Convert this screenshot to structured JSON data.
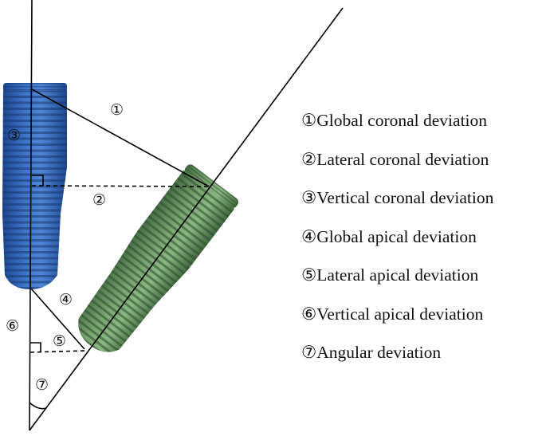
{
  "figure": {
    "marker_labels": [
      "①",
      "②",
      "③",
      "④",
      "⑤",
      "⑥",
      "⑦"
    ],
    "colors": {
      "planned_implant": "#2d62b8",
      "placed_implant": "#5f8f5a",
      "lines": "#000000"
    }
  },
  "legend": {
    "items": [
      {
        "label": "①Global coronal deviation"
      },
      {
        "label": "②Lateral coronal deviation"
      },
      {
        "label": "③Vertical coronal deviation"
      },
      {
        "label": "④Global apical deviation"
      },
      {
        "label": "⑤Lateral apical deviation"
      },
      {
        "label": "⑥Vertical apical deviation"
      },
      {
        "label": "⑦Angular deviation"
      }
    ]
  }
}
